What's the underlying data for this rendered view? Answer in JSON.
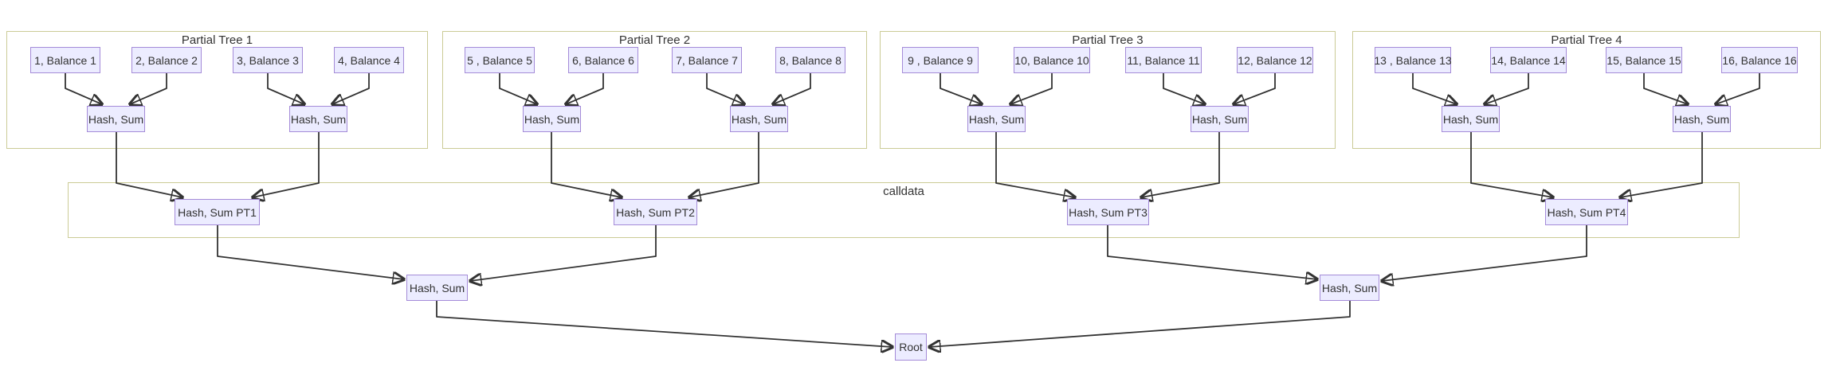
{
  "diagram": {
    "type": "flowchart",
    "clusters": [
      {
        "label": "Partial Tree 1"
      },
      {
        "label": "Partial Tree 2"
      },
      {
        "label": "Partial Tree 3"
      },
      {
        "label": "Partial Tree 4"
      }
    ],
    "calldata_cluster": {
      "label": "calldata"
    },
    "leaves": [
      "1, Balance 1",
      "2, Balance 2",
      "3, Balance 3",
      "4, Balance 4",
      "5 , Balance 5",
      "6, Balance 6",
      "7, Balance 7",
      "8, Balance 8",
      "9 , Balance 9",
      "10, Balance 10",
      "11, Balance 11",
      "12, Balance 12",
      "13 , Balance 13",
      "14, Balance 14",
      "15, Balance 15",
      "16, Balance 16"
    ],
    "hash_label": "Hash, Sum",
    "pt_nodes": [
      "Hash, Sum PT1",
      "Hash, Sum PT2",
      "Hash, Sum PT3",
      "Hash, Sum PT4"
    ],
    "combine_label": "Hash, Sum",
    "root_label": "Root",
    "colors": {
      "node_fill": "#ECECFF",
      "node_border": "#a48bd8",
      "cluster_border": "#cbcb96",
      "edge": "#333333",
      "text": "#333333"
    }
  }
}
